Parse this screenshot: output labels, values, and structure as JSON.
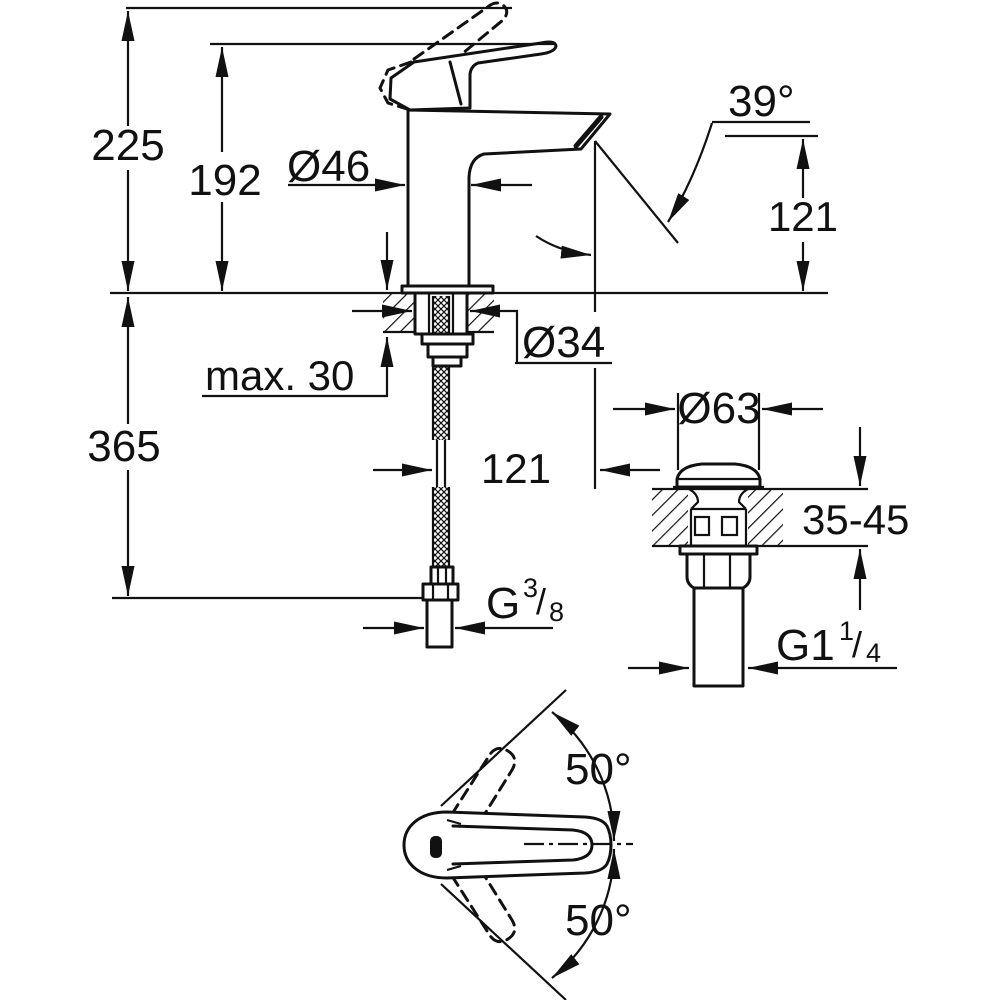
{
  "drawing": {
    "type": "faucet-technical-dimension-drawing",
    "line_color": "#111111",
    "background": "#ffffff",
    "dims": {
      "total_height": "225",
      "lever_height": "192",
      "body_diameter": "Ø46",
      "stream_angle": "39°",
      "outlet_height": "121",
      "max_deck": "max. 30",
      "shank_diameter": "Ø34",
      "hose_length": "365",
      "spout_reach": "121",
      "cap_diameter": "Ø63",
      "deck_thickness": "35-45",
      "handle_swing_up": "50°",
      "handle_swing_down": "50°",
      "supply_thread": {
        "base": "G",
        "numerator": "3",
        "slash": "/",
        "denominator": "8"
      },
      "waste_thread": {
        "base": "G1",
        "numerator": "1",
        "slash": "/",
        "denominator": "4"
      }
    }
  }
}
